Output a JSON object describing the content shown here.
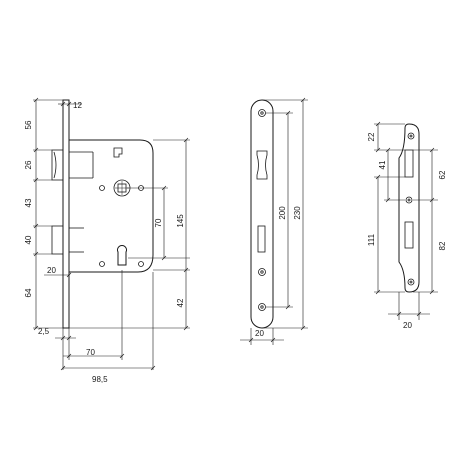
{
  "lock_body": {
    "dims": {
      "top_section": "56",
      "faceplate_thickness": "12",
      "latch_section": "26",
      "latch_to_follower": "43",
      "follower_to_cylinder": "40",
      "bolt_depth": "20",
      "bottom_section": "64",
      "plate_thickness": "2,5",
      "backset": "70",
      "total_depth": "98,5",
      "follower_to_cylinder_center": "70",
      "body_height": "145",
      "cylinder_to_bottom": "42"
    }
  },
  "faceplate": {
    "dims": {
      "screw_spacing": "200",
      "plate_length": "230",
      "plate_width": "20"
    }
  },
  "strike_plate": {
    "dims": {
      "top_offset": "22",
      "latch_opening": "41",
      "to_bolt_hole": "62",
      "lower_section": "111",
      "bolt_opening": "82",
      "plate_width": "20"
    }
  },
  "colors": {
    "line": "#1a1a1a",
    "background": "#ffffff"
  }
}
